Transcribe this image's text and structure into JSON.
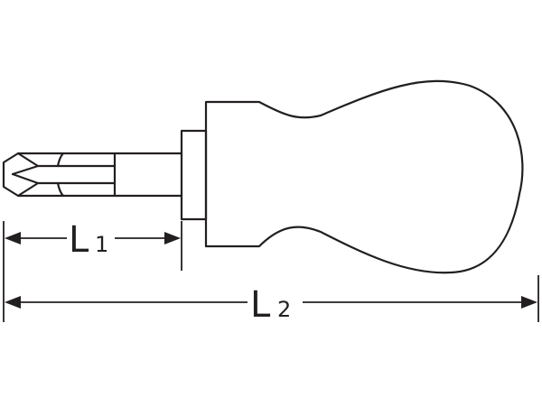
{
  "dimensions": {
    "L1": {
      "letter": "L",
      "subscript": "1"
    },
    "L2": {
      "letter": "L",
      "subscript": "2"
    }
  },
  "colors": {
    "line": "#231f20",
    "background": "#ffffff"
  }
}
